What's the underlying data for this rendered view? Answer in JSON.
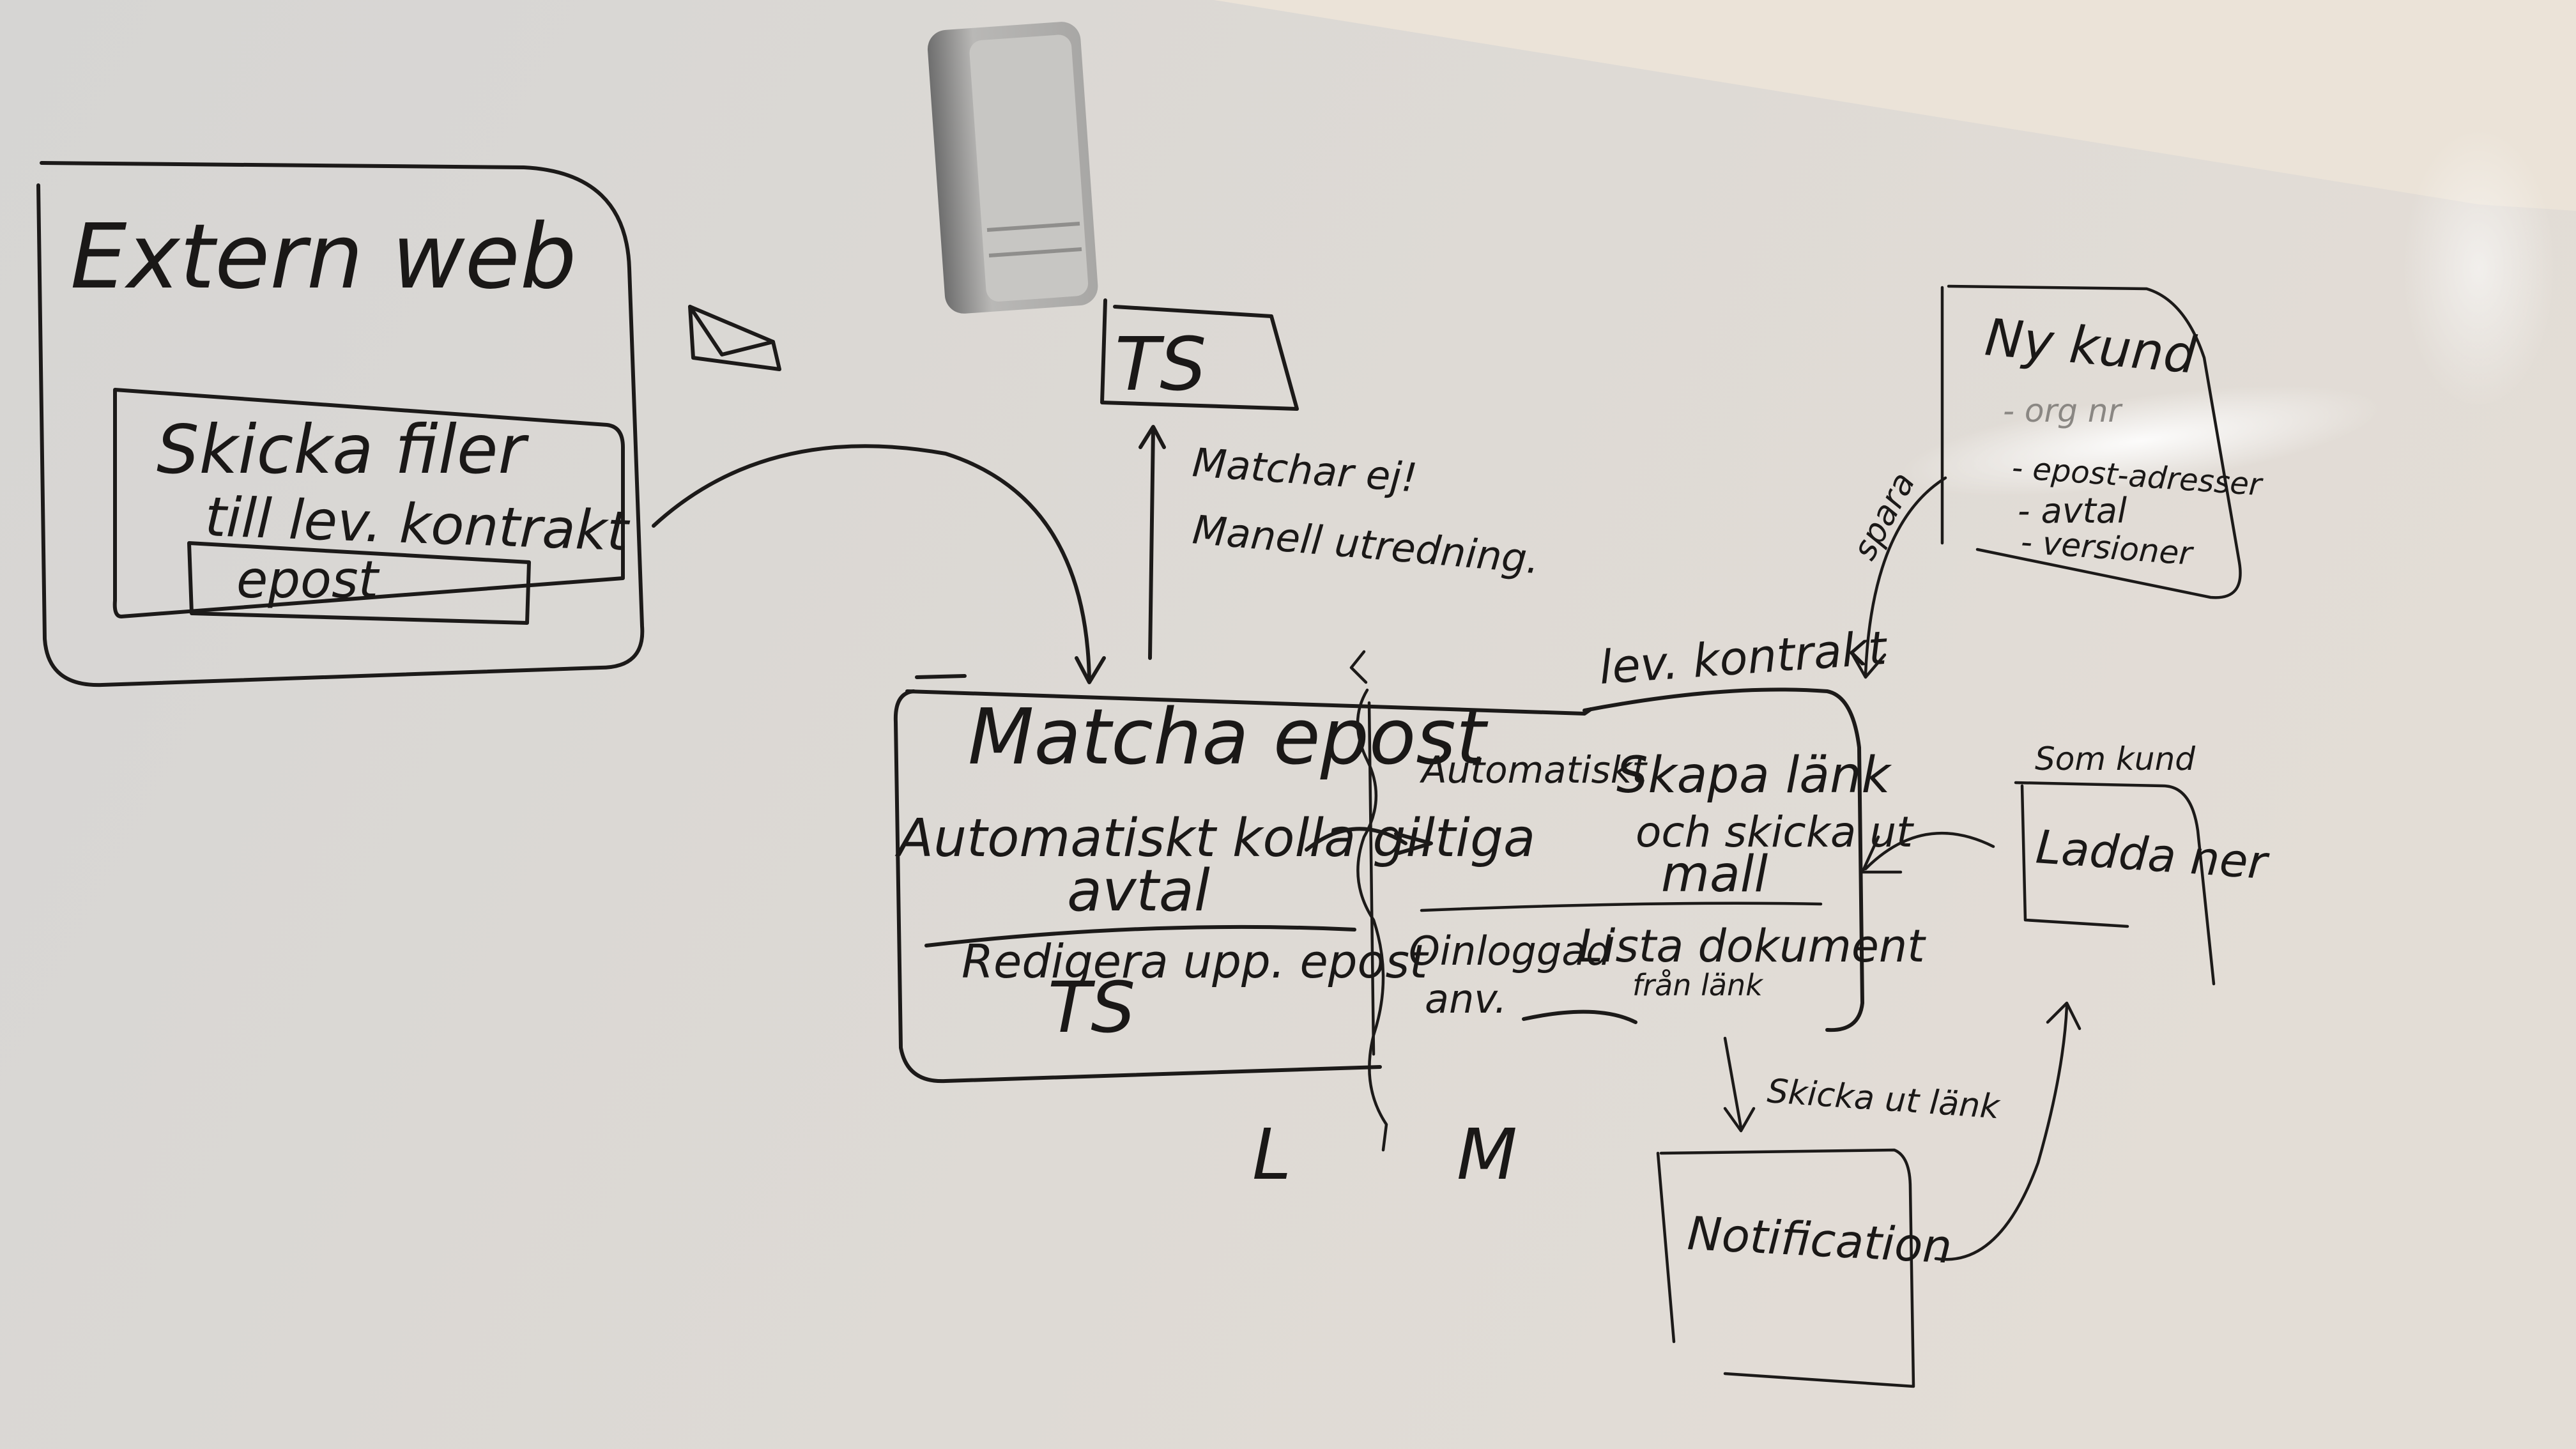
{
  "board": {
    "ink_color": "#1c1a19",
    "board_color": "#dcd9d5",
    "wall_color": "#e9e2d8"
  },
  "extern_web": {
    "title": "Extern web",
    "inner_line1": "Skicka filer",
    "inner_line2": "till lev. kontrakt",
    "field": "epost",
    "icon": "envelope-icon"
  },
  "ts_top": {
    "label": "TS",
    "note_line1": "Matchar ej!",
    "note_line2": "Manell utredning."
  },
  "matcha": {
    "title": "Matcha epost",
    "line1": "Automatiskt kolla giltiga",
    "line2": "avtal",
    "line3": "Redigera upp. epost",
    "line4": "TS"
  },
  "lev_kontrakt": {
    "label": "lev. kontrakt",
    "auto": "Automatiskt",
    "skapa1": "Skapa länk",
    "skapa2": "och skicka ut",
    "skapa3": "mall",
    "oinloggad1": "Oinloggad",
    "oinloggad2": "anv.",
    "lista1": "Lista dokument",
    "lista2": "från länk"
  },
  "lanes": {
    "left": "L",
    "right": "M"
  },
  "ny_kund": {
    "title": "Ny kund",
    "items": [
      "- org nr",
      "- epost-adresser",
      "- avtal",
      "- versioner"
    ],
    "arrow_label": "spara"
  },
  "ladda": {
    "above": "Som kund",
    "label": "Ladda ner"
  },
  "notification": {
    "label": "Notification",
    "arrow_label": "Skicka ut länk"
  }
}
